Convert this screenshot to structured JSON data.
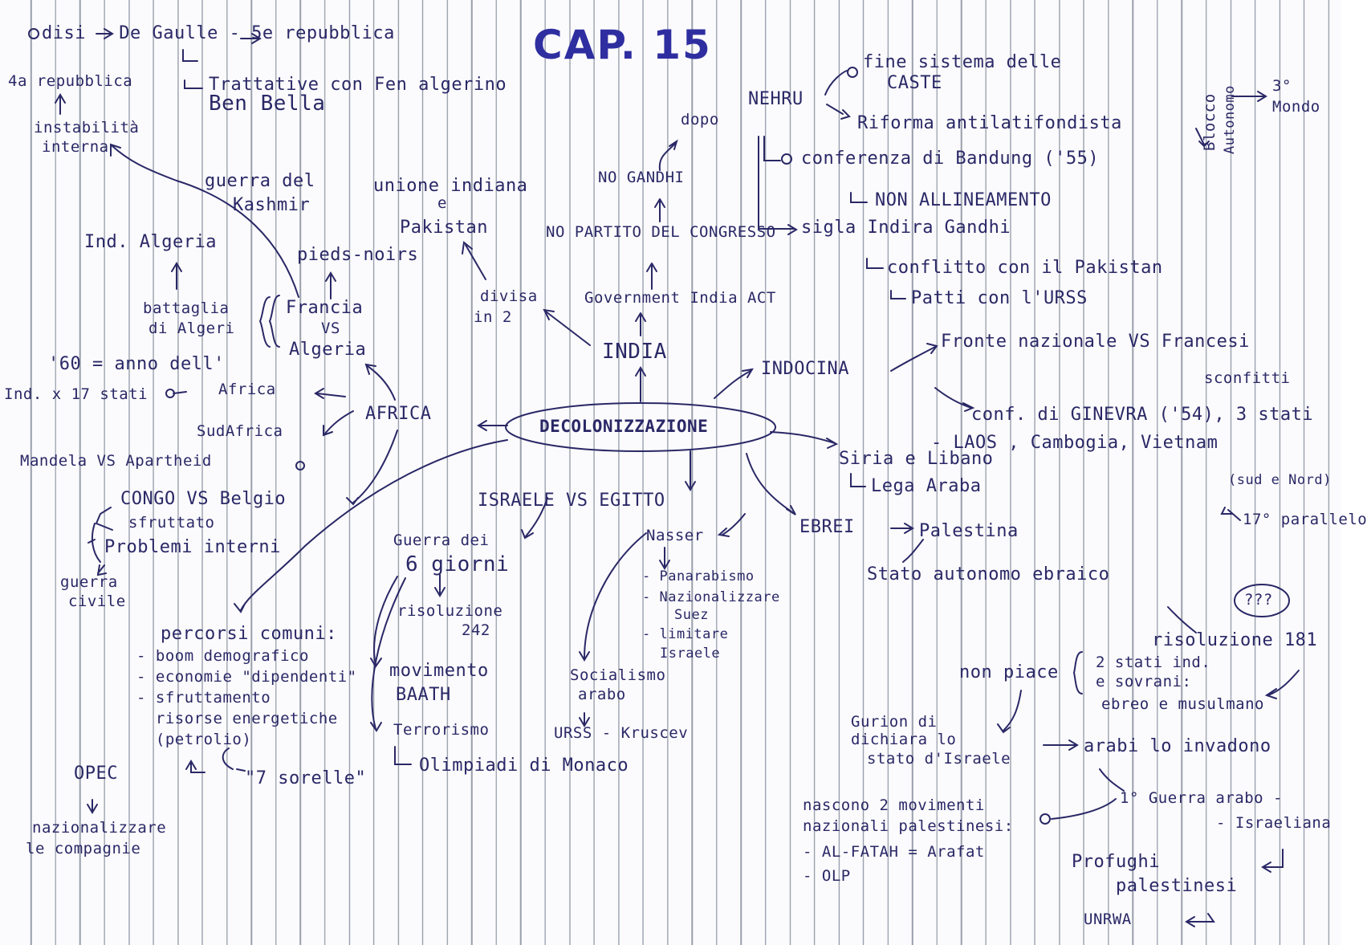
{
  "title": "CAP. 15",
  "center": "DECOLONIZZAZIONE",
  "branches": {
    "india": {
      "label": "INDIA",
      "act": "Government India ACT",
      "partito": "NO PARTITO DEL CONGRESSO",
      "gandhi": "NO GANDHI",
      "dopo": "dopo",
      "divisa_1": "divisa",
      "divisa_2": "in 2",
      "unione_1": "unione indiana",
      "unione_2": "e",
      "unione_3": "Pakistan",
      "guerra_1": "guerra del",
      "guerra_2": "Kashmir",
      "nehru": "NEHRU",
      "caste_1": "fine sistema delle",
      "caste_2": "CASTE",
      "riforma": "Riforma antilatifondista",
      "bandung": "conferenza di Bandung ('55)",
      "non_allineamento": "NON ALLINEAMENTO",
      "blocco_1": "Blocco",
      "blocco_2": "Autonomo",
      "terzo_mondo_1": "3°",
      "terzo_mondo_2": "Mondo",
      "indira": "sigla Indira Gandhi",
      "conflitto": "conflitto con il Pakistan",
      "patti": "Patti con l'URSS"
    },
    "indocina": {
      "label": "INDOCINA",
      "fronte_1": "Fronte nazionale VS Francesi",
      "fronte_2": "sconfitti",
      "ginevra": "conf. di GINEVRA ('54), 3 stati",
      "stati": "- LAOS , Cambogia, Vietnam",
      "sud_nord": "(sud e Nord)",
      "parallelo": "17° parallelo"
    },
    "siria": {
      "label": "Siria e Libano",
      "lega": "Lega Araba"
    },
    "ebrei": {
      "label": "EBREI",
      "palestina": "Palestina",
      "stato_autonomo": "Stato autonomo ebraico",
      "qqq": "???",
      "risoluzione": "risoluzione 181",
      "non_piace": "non piace",
      "due_stati_1": "2 stati ind.",
      "due_stati_2": "e sovrani:",
      "due_stati_3": "ebreo e musulmano",
      "gurion_1": "Gurion di",
      "gurion_2": "dichiara lo",
      "gurion_3": "stato d'Israele",
      "arabi": "arabi lo invadono",
      "prima_guerra_1": "1° Guerra arabo -",
      "prima_guerra_2": "- Israeliana",
      "profughi_1": "Profughi",
      "profughi_2": "palestinesi",
      "unrwa": "UNRWA",
      "movimenti_1": "nascono 2 movimenti",
      "movimenti_2": "nazionali palestinesi:",
      "al_fatah": "- AL-FATAH = Arafat",
      "olp": "- OLP"
    },
    "israele_egitto": {
      "label": "ISRAELE VS EGITTO",
      "guerra_1": "Guerra dei",
      "guerra_2": "6 giorni",
      "risoluzione_1": "risoluzione",
      "risoluzione_2": "242",
      "baath_1": "movimento",
      "baath_2": "BAATH",
      "terrorismo": "Terrorismo",
      "olimpiadi": "Olimpiadi di Monaco",
      "nasser": "Nasser",
      "panarabismo": "- Panarabismo",
      "nazionalizzare_1": "- Nazionalizzare",
      "nazionalizzare_2": "Suez",
      "limitare_1": "- limitare",
      "limitare_2": "Israele",
      "socialismo_1": "Socialismo",
      "socialismo_2": "arabo",
      "urss": "URSS - Kruscev"
    },
    "africa": {
      "label": "AFRICA",
      "algeria": "Ind. Algeria",
      "pieds": "pieds-noirs",
      "battaglia_1": "battaglia",
      "battaglia_2": "di Algeri",
      "francia_1": "Francia",
      "francia_2": "VS",
      "francia_3": "Algeria",
      "de_gaulle": "disi - De Gaulle - 5e repubblica",
      "quarta": "4a repubblica",
      "instabilita_1": "instabilità",
      "instabilita_2": "interna",
      "trattative": "Trattative con Fen algerino",
      "ben_bella": "Ben Bella",
      "anno_1": "'60 = anno dell'",
      "anno_2": "Africa",
      "stati": "Ind. x 17 stati",
      "sudafrica": "SudAfrica",
      "mandela": "Mandela VS Apartheid",
      "congo": "CONGO VS Belgio",
      "sfruttato": "sfruttato",
      "problemi": "Problemi interni",
      "guerra_civile_1": "guerra",
      "guerra_civile_2": "civile"
    },
    "percorsi": {
      "title": "percorsi comuni:",
      "items": [
        "- boom demografico",
        "- economie \"dipendenti\"",
        "- sfruttamento",
        "  risorse energetiche",
        "  (petrolio)"
      ],
      "opec": "OPEC",
      "sorelle": "\"7 sorelle\"",
      "naz_1": "nazionalizzare",
      "naz_2": "le compagnie"
    }
  }
}
